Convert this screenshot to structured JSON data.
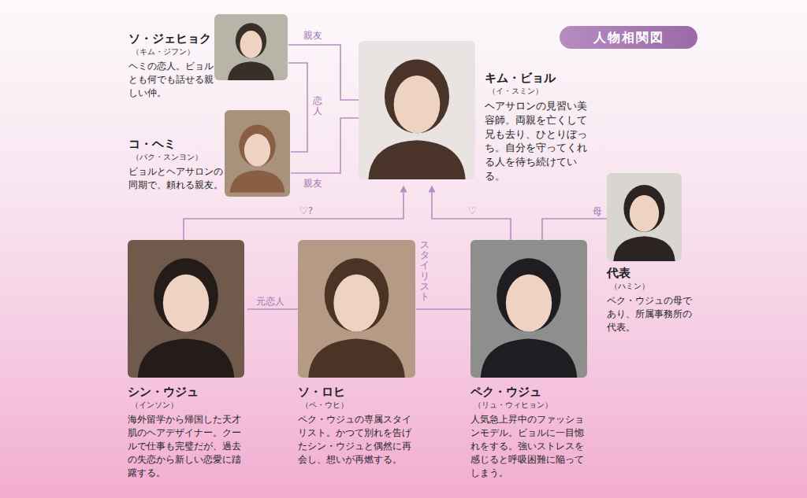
{
  "diagram": {
    "title": "人物相関図",
    "nodes": [
      {
        "text": [
          "ソ・ジェヒョク",
          "（キム・ジフン）",
          "ヘミの恋人。ビョルとも何でも話せる親しい仲。"
        ]
      },
      {
        "text": [
          "コ・ヘミ",
          "（パク・スンヨン）",
          "ビョルとヘアサロンの同期で、頼れる親友。"
        ]
      },
      {
        "text": [
          "キム・ビョル",
          "（イ・スミン）",
          "ヘアサロンの見習い美容師。両親を亡くして兄も去り、ひとりぼっち。自分を守ってくれる人を待ち続けている。"
        ]
      },
      {
        "text": [
          "代表",
          "（ハミン）",
          "ペク・ウジュの母であり、所属事務所の代表。"
        ]
      },
      {
        "text": [
          "シン・ウジュ",
          "（インソン）",
          "海外留学から帰国した天才肌のヘアデザイナー。クールで仕事も完璧だが、過去の失恋から新しい恋愛に躊躇する。"
        ]
      },
      {
        "text": [
          "ソ・ロヒ",
          "（ペ・ウヒ）",
          "ペク・ウジュの専属スタイリスト。かつて別れを告げたシン・ウジュと偶然に再会し、想いが再燃する。"
        ]
      },
      {
        "text": [
          "ペク・ウジュ",
          "（リュ・ウィヒョン）",
          "人気急上昇中のファッションモデル。ビョルに一目惚れをする。強いストレスを感じると呼吸困難に陥ってしまう。"
        ]
      }
    ],
    "edges": [
      {
        "from": 0,
        "to": 2,
        "label": "親友",
        "arrow": "none"
      },
      {
        "from": 0,
        "to": 1,
        "label": "恋人",
        "arrow": "none"
      },
      {
        "from": 1,
        "to": 2,
        "label": "親友",
        "arrow": "none"
      },
      {
        "from": 4,
        "to": 2,
        "label": "♡?",
        "arrow": "to"
      },
      {
        "from": 6,
        "to": 2,
        "label": "♡",
        "arrow": "to"
      },
      {
        "from": 4,
        "to": 5,
        "label": "元恋人",
        "arrow": "none"
      },
      {
        "from": 5,
        "to": 6,
        "label": "スタイリスト",
        "arrow": "none"
      },
      {
        "from": 3,
        "to": 6,
        "label": "母",
        "arrow": "none"
      }
    ]
  }
}
